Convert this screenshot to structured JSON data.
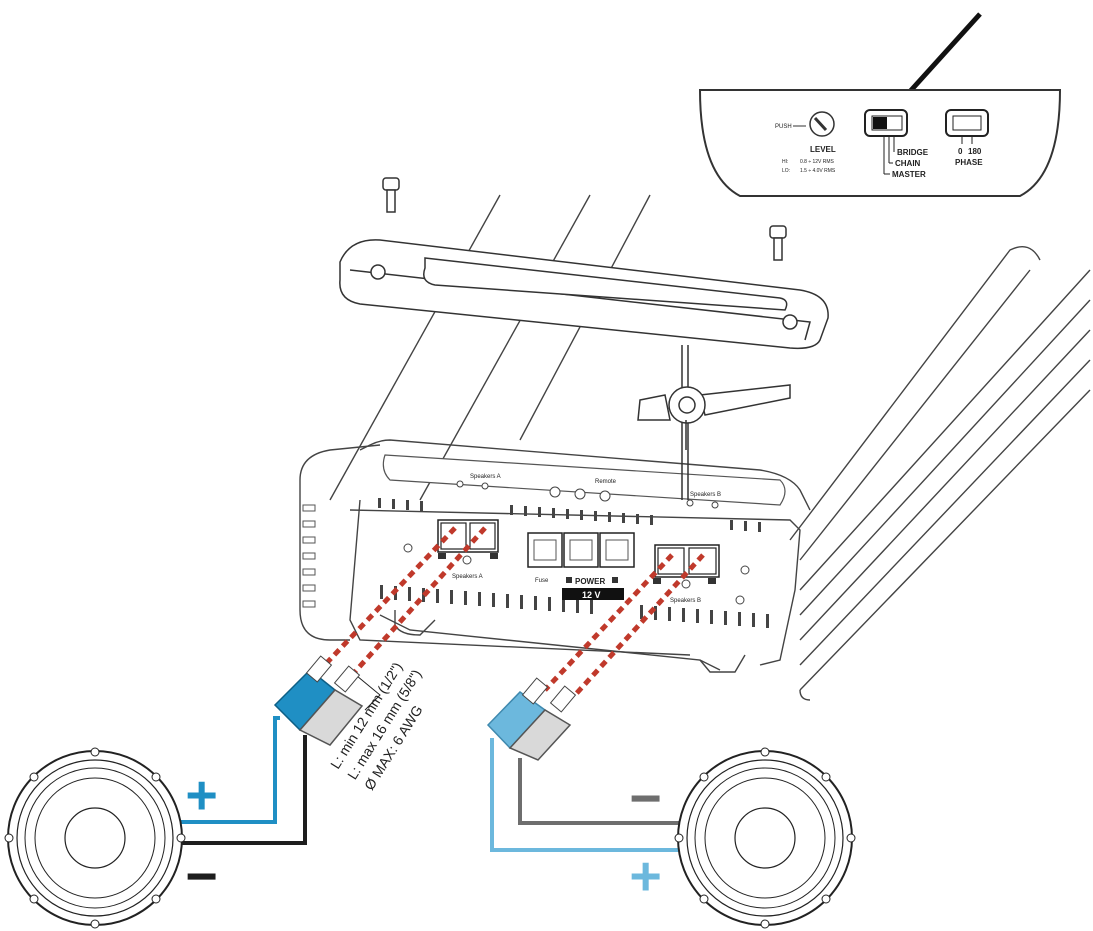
{
  "control_panel": {
    "push_label": "PUSH",
    "level_label": "LEVEL",
    "hi_label": "HI:",
    "hi_range": "0.8 ÷ 12V RMS",
    "lo_label": "LO:",
    "lo_range": "1.5 ÷ 4.0V RMS",
    "bridge_label": "BRIDGE",
    "chain_label": "CHAIN",
    "master_label": "MASTER",
    "phase_zero": "0",
    "phase_180": "180",
    "phase_label": "PHASE"
  },
  "amplifier": {
    "speakers_a_top": "Speakers A",
    "remote_label": "Remote",
    "speakers_b_top": "Speakers B",
    "speakers_a_terminal": "Speakers A",
    "speakers_b_terminal": "Speakers B",
    "power_label": "POWER",
    "voltage_label": "12 V",
    "fuse_label": "Fuse"
  },
  "wire_spec": {
    "line1": "L: min 12 mm (1/2\")",
    "line2": "L: max 16 mm (5/8\")",
    "line3": "Ø MAX: 6 AWG"
  },
  "polarity": {
    "plus": "+",
    "minus": "−"
  },
  "colors": {
    "wire_positive_a": "#1f8fc4",
    "wire_positive_b": "#6cb8dd",
    "wire_negative_a": "#1e1e1e",
    "wire_negative_b": "#6e6e6e",
    "connector_path": "#c0392b"
  }
}
